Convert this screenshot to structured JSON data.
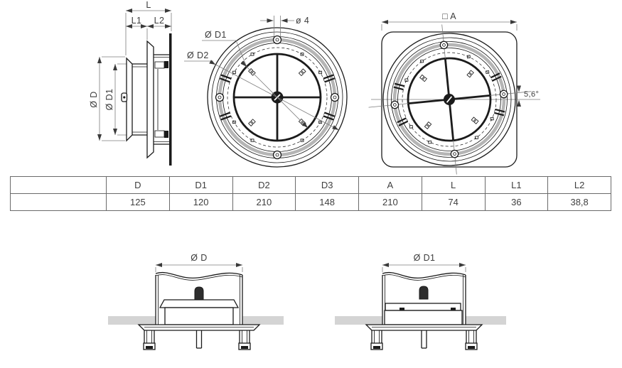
{
  "colors": {
    "line": "#1b1b1b",
    "dimension": "#7d7d7d",
    "gasket_ring": "#b5b5b5",
    "ceiling": "#d4d4d4",
    "text": "#3c3c3c"
  },
  "views": {
    "side": {
      "dim_l": "L",
      "dim_l1": "L1",
      "dim_l2": "L2",
      "dim_d": "Ø D",
      "dim_d1": "Ø D1"
    },
    "front": {
      "dim_hole": "ø 4",
      "dim_d1": "Ø D1",
      "dim_d2": "Ø D2"
    },
    "square": {
      "dim_a": "□ A",
      "dim_angle": "5,6°"
    },
    "install_left": {
      "dim_d": "Ø D"
    },
    "install_right": {
      "dim_d1": "Ø D1"
    }
  },
  "table": {
    "headers": [
      "",
      "D",
      "D1",
      "D2",
      "D3",
      "A",
      "L",
      "L1",
      "L2"
    ],
    "values": [
      "",
      "125",
      "120",
      "210",
      "148",
      "210",
      "74",
      "36",
      "38,8"
    ]
  }
}
